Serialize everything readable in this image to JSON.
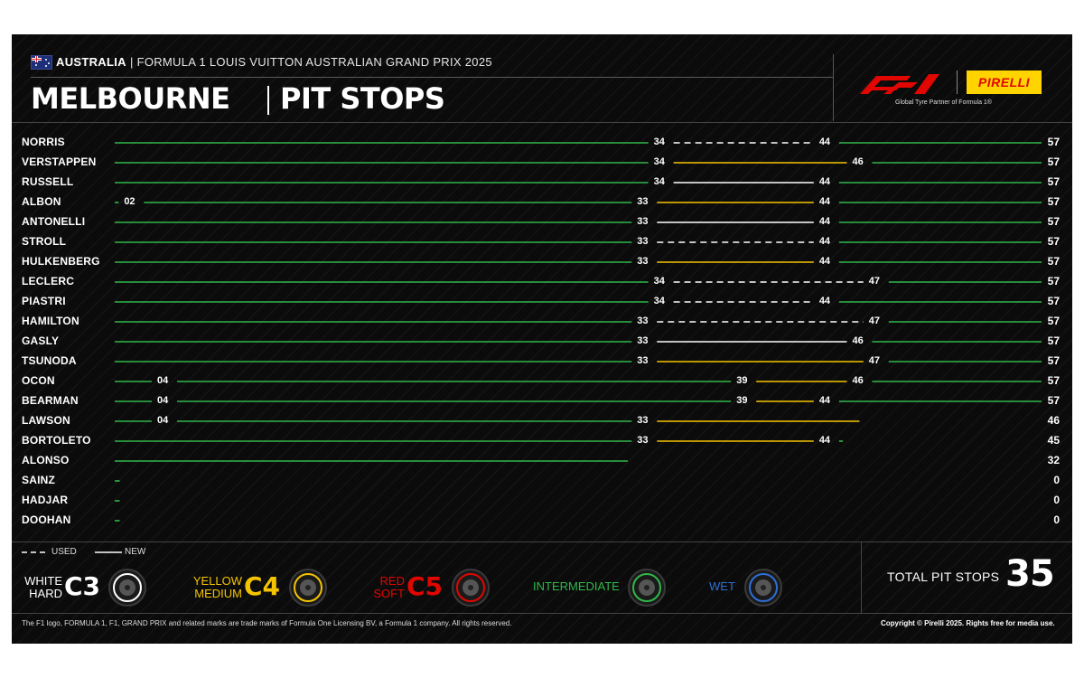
{
  "header": {
    "country": "AUSTRALIA",
    "event": "| FORMULA 1 LOUIS VUITTON AUSTRALIAN GRAND PRIX 2025",
    "title_left": "MELBOURNE",
    "title_right": "PIT STOPS",
    "brand": "PIRELLI",
    "partner": "Global Tyre Partner of Formula 1®"
  },
  "colors": {
    "C3": "#ffffff",
    "C4": "#f5c400",
    "C5": "#e10600",
    "INTERMEDIATE": "#2fb84a",
    "WET": "#2f6fd6",
    "f1_red": "#e10600"
  },
  "chart_data": {
    "type": "bar",
    "title": "PIT STOPS",
    "x_range": [
      1,
      57
    ],
    "drivers": [
      {
        "name": "NORRIS",
        "total": "57",
        "stints": [
          {
            "start": 1,
            "end": 34,
            "compound": "INTERMEDIATE",
            "used": false,
            "end_label": "34"
          },
          {
            "start": 34,
            "end": 44,
            "compound": "C3",
            "used": true,
            "end_label": "44"
          },
          {
            "start": 44,
            "end": 57,
            "compound": "INTERMEDIATE",
            "used": false
          }
        ]
      },
      {
        "name": "VERSTAPPEN",
        "total": "57",
        "stints": [
          {
            "start": 1,
            "end": 34,
            "compound": "INTERMEDIATE",
            "used": false,
            "end_label": "34"
          },
          {
            "start": 34,
            "end": 46,
            "compound": "C4",
            "used": false,
            "end_label": "46"
          },
          {
            "start": 46,
            "end": 57,
            "compound": "INTERMEDIATE",
            "used": false
          }
        ]
      },
      {
        "name": "RUSSELL",
        "total": "57",
        "stints": [
          {
            "start": 1,
            "end": 34,
            "compound": "INTERMEDIATE",
            "used": false,
            "end_label": "34"
          },
          {
            "start": 34,
            "end": 44,
            "compound": "C3",
            "used": false,
            "end_label": "44"
          },
          {
            "start": 44,
            "end": 57,
            "compound": "INTERMEDIATE",
            "used": false
          }
        ]
      },
      {
        "name": "ALBON",
        "total": "57",
        "stints": [
          {
            "start": 1,
            "end": 2,
            "compound": "INTERMEDIATE",
            "used": false,
            "end_label": "02"
          },
          {
            "start": 2,
            "end": 33,
            "compound": "INTERMEDIATE",
            "used": false,
            "end_label": "33"
          },
          {
            "start": 33,
            "end": 44,
            "compound": "C4",
            "used": false,
            "end_label": "44"
          },
          {
            "start": 44,
            "end": 57,
            "compound": "INTERMEDIATE",
            "used": false
          }
        ]
      },
      {
        "name": "ANTONELLI",
        "total": "57",
        "stints": [
          {
            "start": 1,
            "end": 33,
            "compound": "INTERMEDIATE",
            "used": false,
            "end_label": "33"
          },
          {
            "start": 33,
            "end": 44,
            "compound": "C3",
            "used": false,
            "end_label": "44"
          },
          {
            "start": 44,
            "end": 57,
            "compound": "INTERMEDIATE",
            "used": false
          }
        ]
      },
      {
        "name": "STROLL",
        "total": "57",
        "stints": [
          {
            "start": 1,
            "end": 33,
            "compound": "INTERMEDIATE",
            "used": false,
            "end_label": "33"
          },
          {
            "start": 33,
            "end": 44,
            "compound": "C3",
            "used": true,
            "end_label": "44"
          },
          {
            "start": 44,
            "end": 57,
            "compound": "INTERMEDIATE",
            "used": false
          }
        ]
      },
      {
        "name": "HULKENBERG",
        "total": "57",
        "stints": [
          {
            "start": 1,
            "end": 33,
            "compound": "INTERMEDIATE",
            "used": false,
            "end_label": "33"
          },
          {
            "start": 33,
            "end": 44,
            "compound": "C4",
            "used": false,
            "end_label": "44"
          },
          {
            "start": 44,
            "end": 57,
            "compound": "INTERMEDIATE",
            "used": false
          }
        ]
      },
      {
        "name": "LECLERC",
        "total": "57",
        "stints": [
          {
            "start": 1,
            "end": 34,
            "compound": "INTERMEDIATE",
            "used": false,
            "end_label": "34"
          },
          {
            "start": 34,
            "end": 47,
            "compound": "C3",
            "used": true,
            "end_label": "47"
          },
          {
            "start": 47,
            "end": 57,
            "compound": "INTERMEDIATE",
            "used": false
          }
        ]
      },
      {
        "name": "PIASTRI",
        "total": "57",
        "stints": [
          {
            "start": 1,
            "end": 34,
            "compound": "INTERMEDIATE",
            "used": false,
            "end_label": "34"
          },
          {
            "start": 34,
            "end": 44,
            "compound": "C3",
            "used": true,
            "end_label": "44"
          },
          {
            "start": 44,
            "end": 57,
            "compound": "INTERMEDIATE",
            "used": false
          }
        ]
      },
      {
        "name": "HAMILTON",
        "total": "57",
        "stints": [
          {
            "start": 1,
            "end": 33,
            "compound": "INTERMEDIATE",
            "used": false,
            "end_label": "33"
          },
          {
            "start": 33,
            "end": 47,
            "compound": "C3",
            "used": true,
            "end_label": "47"
          },
          {
            "start": 47,
            "end": 57,
            "compound": "INTERMEDIATE",
            "used": false
          }
        ]
      },
      {
        "name": "GASLY",
        "total": "57",
        "stints": [
          {
            "start": 1,
            "end": 33,
            "compound": "INTERMEDIATE",
            "used": false,
            "end_label": "33"
          },
          {
            "start": 33,
            "end": 46,
            "compound": "C3",
            "used": false,
            "end_label": "46"
          },
          {
            "start": 46,
            "end": 57,
            "compound": "INTERMEDIATE",
            "used": false
          }
        ]
      },
      {
        "name": "TSUNODA",
        "total": "57",
        "stints": [
          {
            "start": 1,
            "end": 33,
            "compound": "INTERMEDIATE",
            "used": false,
            "end_label": "33"
          },
          {
            "start": 33,
            "end": 47,
            "compound": "C4",
            "used": false,
            "end_label": "47"
          },
          {
            "start": 47,
            "end": 57,
            "compound": "INTERMEDIATE",
            "used": false
          }
        ]
      },
      {
        "name": "OCON",
        "total": "57",
        "stints": [
          {
            "start": 1,
            "end": 4,
            "compound": "INTERMEDIATE",
            "used": false,
            "end_label": "04"
          },
          {
            "start": 4,
            "end": 39,
            "compound": "INTERMEDIATE",
            "used": false,
            "end_label": "39"
          },
          {
            "start": 39,
            "end": 46,
            "compound": "C4",
            "used": false,
            "end_label": "46"
          },
          {
            "start": 46,
            "end": 57,
            "compound": "INTERMEDIATE",
            "used": false
          }
        ]
      },
      {
        "name": "BEARMAN",
        "total": "57",
        "stints": [
          {
            "start": 1,
            "end": 4,
            "compound": "INTERMEDIATE",
            "used": false,
            "end_label": "04"
          },
          {
            "start": 4,
            "end": 39,
            "compound": "INTERMEDIATE",
            "used": false,
            "end_label": "39"
          },
          {
            "start": 39,
            "end": 44,
            "compound": "C4",
            "used": false,
            "end_label": "44"
          },
          {
            "start": 44,
            "end": 57,
            "compound": "INTERMEDIATE",
            "used": false
          }
        ]
      },
      {
        "name": "LAWSON",
        "total": "46",
        "stints": [
          {
            "start": 1,
            "end": 4,
            "compound": "INTERMEDIATE",
            "used": false,
            "end_label": "04"
          },
          {
            "start": 4,
            "end": 33,
            "compound": "INTERMEDIATE",
            "used": false,
            "end_label": "33"
          },
          {
            "start": 33,
            "end": 46,
            "compound": "C4",
            "used": false
          }
        ]
      },
      {
        "name": "BORTOLETO",
        "total": "45",
        "stints": [
          {
            "start": 1,
            "end": 33,
            "compound": "INTERMEDIATE",
            "used": false,
            "end_label": "33"
          },
          {
            "start": 33,
            "end": 44,
            "compound": "C4",
            "used": false,
            "end_label": "44"
          },
          {
            "start": 44,
            "end": 45,
            "compound": "INTERMEDIATE",
            "used": false
          }
        ]
      },
      {
        "name": "ALONSO",
        "total": "32",
        "stints": [
          {
            "start": 1,
            "end": 32,
            "compound": "INTERMEDIATE",
            "used": false
          }
        ]
      },
      {
        "name": "SAINZ",
        "total": "0",
        "stints": [
          {
            "start": 1,
            "end": 1.3,
            "compound": "INTERMEDIATE",
            "used": false
          }
        ]
      },
      {
        "name": "HADJAR",
        "total": "0",
        "stints": [
          {
            "start": 1,
            "end": 1.3,
            "compound": "INTERMEDIATE",
            "used": false
          }
        ]
      },
      {
        "name": "DOOHAN",
        "total": "0",
        "stints": [
          {
            "start": 1,
            "end": 1.3,
            "compound": "INTERMEDIATE",
            "used": false
          }
        ]
      }
    ]
  },
  "legend": {
    "used_label": "USED",
    "new_label": "NEW",
    "tyres": [
      {
        "name_line1": "WHITE",
        "name_line2": "HARD",
        "code": "C3"
      },
      {
        "name_line1": "YELLOW",
        "name_line2": "MEDIUM",
        "code": "C4"
      },
      {
        "name_line1": "RED",
        "name_line2": "SOFT",
        "code": "C5"
      },
      {
        "name_line1": "INTERMEDIATE",
        "name_line2": "",
        "code": ""
      },
      {
        "name_line1": "WET",
        "name_line2": "",
        "code": ""
      }
    ]
  },
  "summary": {
    "total_label": "TOTAL PIT STOPS",
    "total_value": "35"
  },
  "footer": {
    "disclaimer": "The F1 logo, FORMULA 1, F1, GRAND PRIX and related marks are trade marks of Formula One Licensing BV, a Formula 1 company. All rights reserved.",
    "copyright": "Copyright © Pirelli 2025. Rights free for media use."
  }
}
